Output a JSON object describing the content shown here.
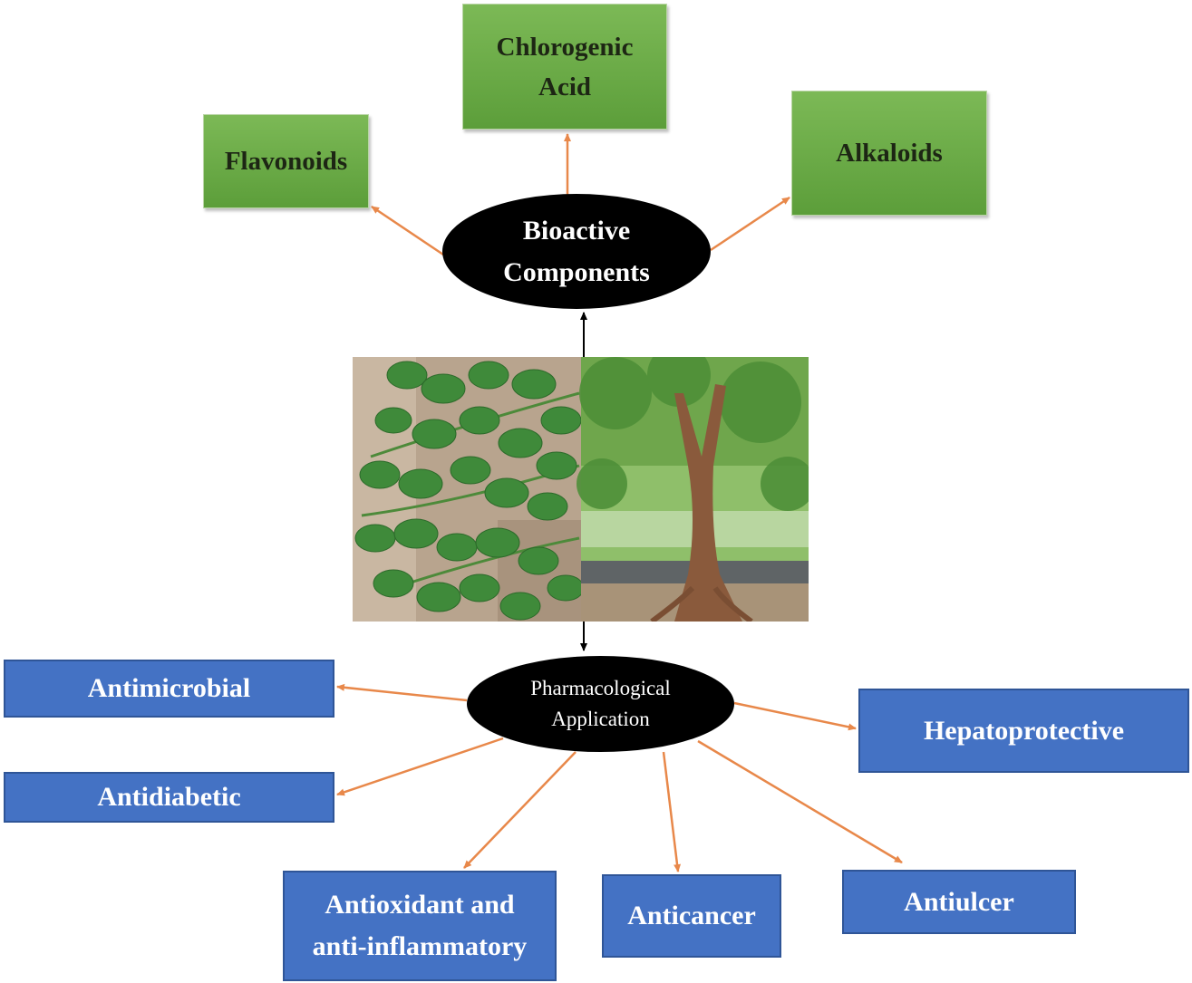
{
  "center_top": {
    "line1": "Bioactive",
    "line2": "Components"
  },
  "center_bottom": {
    "line1": "Pharmacological",
    "line2": "Application"
  },
  "components": {
    "flavonoids": "Flavonoids",
    "chlorogenic_line1": "Chlorogenic",
    "chlorogenic_line2": "Acid",
    "alkaloids": "Alkaloids"
  },
  "applications": {
    "antimicrobial": "Antimicrobial",
    "antidiabetic": "Antidiabetic",
    "antioxidant_line1": "Antioxidant and",
    "antioxidant_line2": "anti-inflammatory",
    "anticancer": "Anticancer",
    "antiulcer": "Antiulcer",
    "hepatoprotective": "Hepatoprotective"
  },
  "colors": {
    "component_box": "#6aab45",
    "application_box": "#4472c4",
    "arrow": "#e8884a",
    "center_node": "#000000"
  }
}
